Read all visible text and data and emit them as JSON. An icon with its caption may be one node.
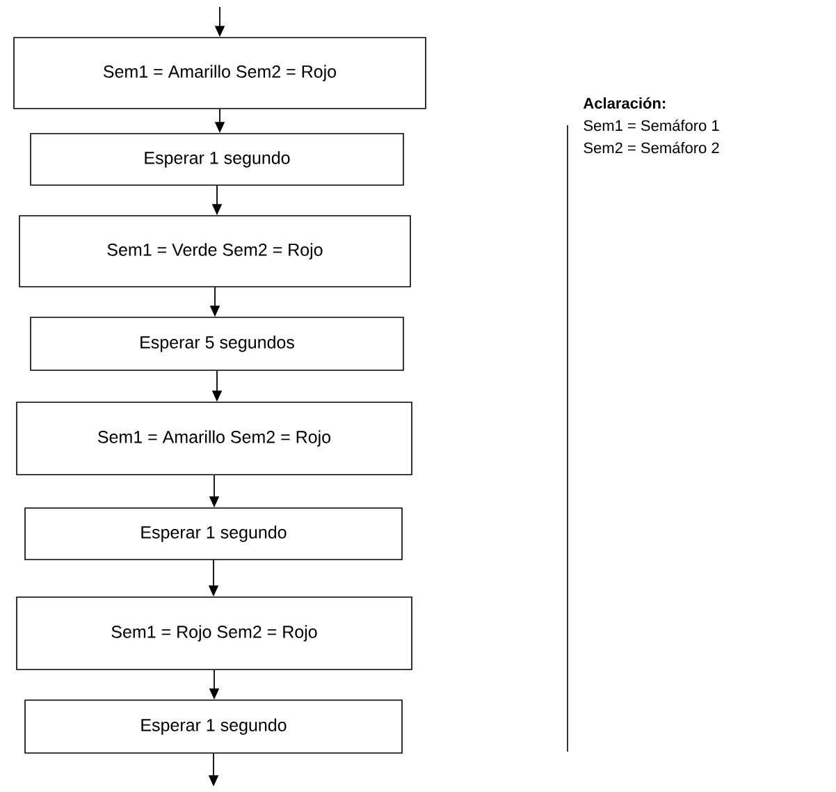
{
  "diagram": {
    "nodes": [
      {
        "text": [
          "Sem1 = Amarillo Sem2 = Rojo"
        ]
      },
      {
        "text": [
          "Esperar 1 segundo"
        ]
      },
      {
        "text": [
          "Sem1 = Verde Sem2 = Rojo"
        ]
      },
      {
        "text": [
          "Esperar 5 segundos"
        ]
      },
      {
        "text": [
          "Sem1 = Amarillo Sem2 = Rojo"
        ]
      },
      {
        "text": [
          "Esperar 1 segundo"
        ]
      },
      {
        "text": [
          "Sem1 = Rojo Sem2 = Rojo"
        ]
      },
      {
        "text": [
          "Esperar 1 segundo"
        ]
      }
    ],
    "edges": [
      {
        "from": null,
        "to": 0,
        "arrow": "to"
      },
      {
        "from": 0,
        "to": 1,
        "arrow": "to"
      },
      {
        "from": 1,
        "to": 2,
        "arrow": "to"
      },
      {
        "from": 2,
        "to": 3,
        "arrow": "to"
      },
      {
        "from": 3,
        "to": 4,
        "arrow": "to"
      },
      {
        "from": 4,
        "to": 5,
        "arrow": "to"
      },
      {
        "from": 5,
        "to": 6,
        "arrow": "to"
      },
      {
        "from": 6,
        "to": 7,
        "arrow": "to"
      },
      {
        "from": 7,
        "to": null,
        "arrow": "to"
      }
    ],
    "labels": [
      "Aclaración:",
      "Sem1 = Semáforo 1",
      "Sem2 = Semáforo 2"
    ]
  }
}
